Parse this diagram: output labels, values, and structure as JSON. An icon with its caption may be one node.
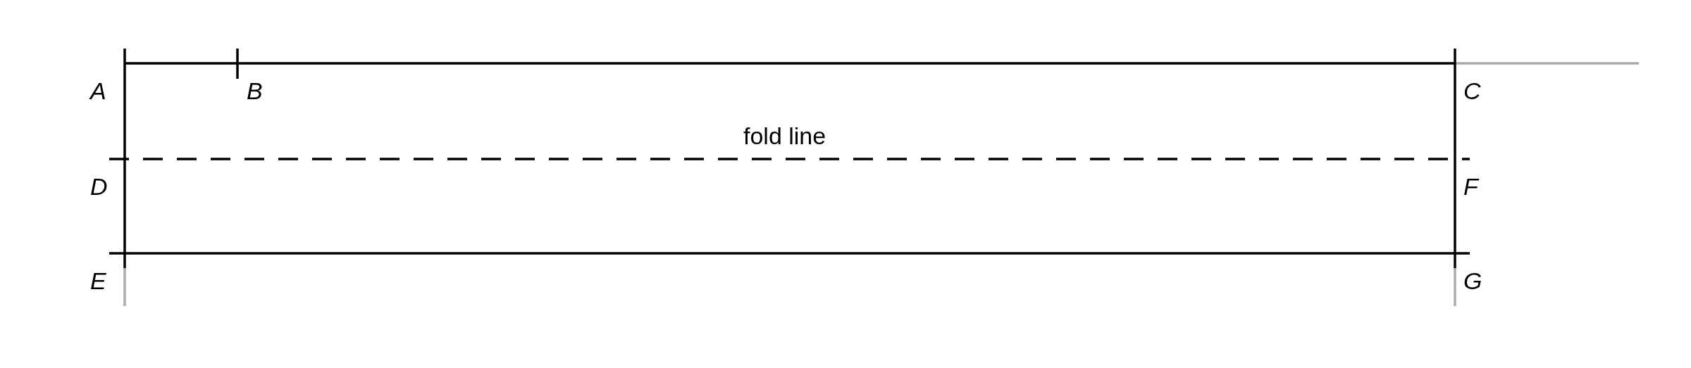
{
  "diagram": {
    "labels": [
      "A",
      "B",
      "C",
      "fold line",
      "D",
      "F",
      "E",
      "G"
    ]
  }
}
